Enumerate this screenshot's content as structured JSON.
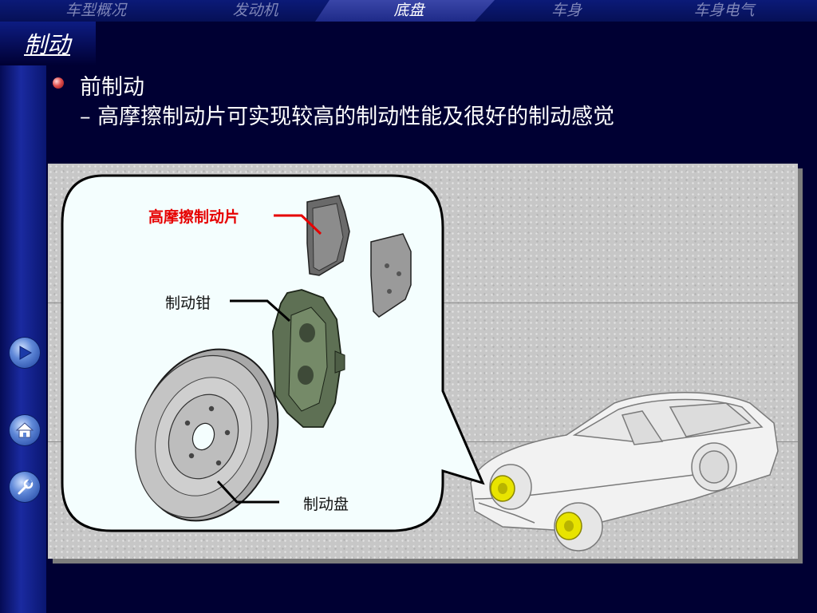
{
  "nav": {
    "tabs": [
      {
        "label": "车型概况",
        "active": false
      },
      {
        "label": "发动机",
        "active": false
      },
      {
        "label": "底盘",
        "active": true
      },
      {
        "label": "车身",
        "active": false
      },
      {
        "label": "车身电气",
        "active": false
      }
    ]
  },
  "page": {
    "title": "制动",
    "bullet_heading": "前制动",
    "bullet_detail": "– 高摩擦制动片可实现较高的制动性能及很好的制动感觉"
  },
  "diagram": {
    "label_pad": "高摩擦制动片",
    "label_caliper": "制动钳",
    "label_disc": "制动盘"
  },
  "side_nav": {
    "buttons": [
      {
        "icon": "forward-arrow-icon"
      },
      {
        "icon": "home-icon"
      },
      {
        "icon": "wrench-icon"
      }
    ]
  },
  "colors": {
    "background": "#000033",
    "nav_bar": "#0b1a78",
    "highlight_label": "#e60000",
    "panel": "#c7c7c7"
  }
}
